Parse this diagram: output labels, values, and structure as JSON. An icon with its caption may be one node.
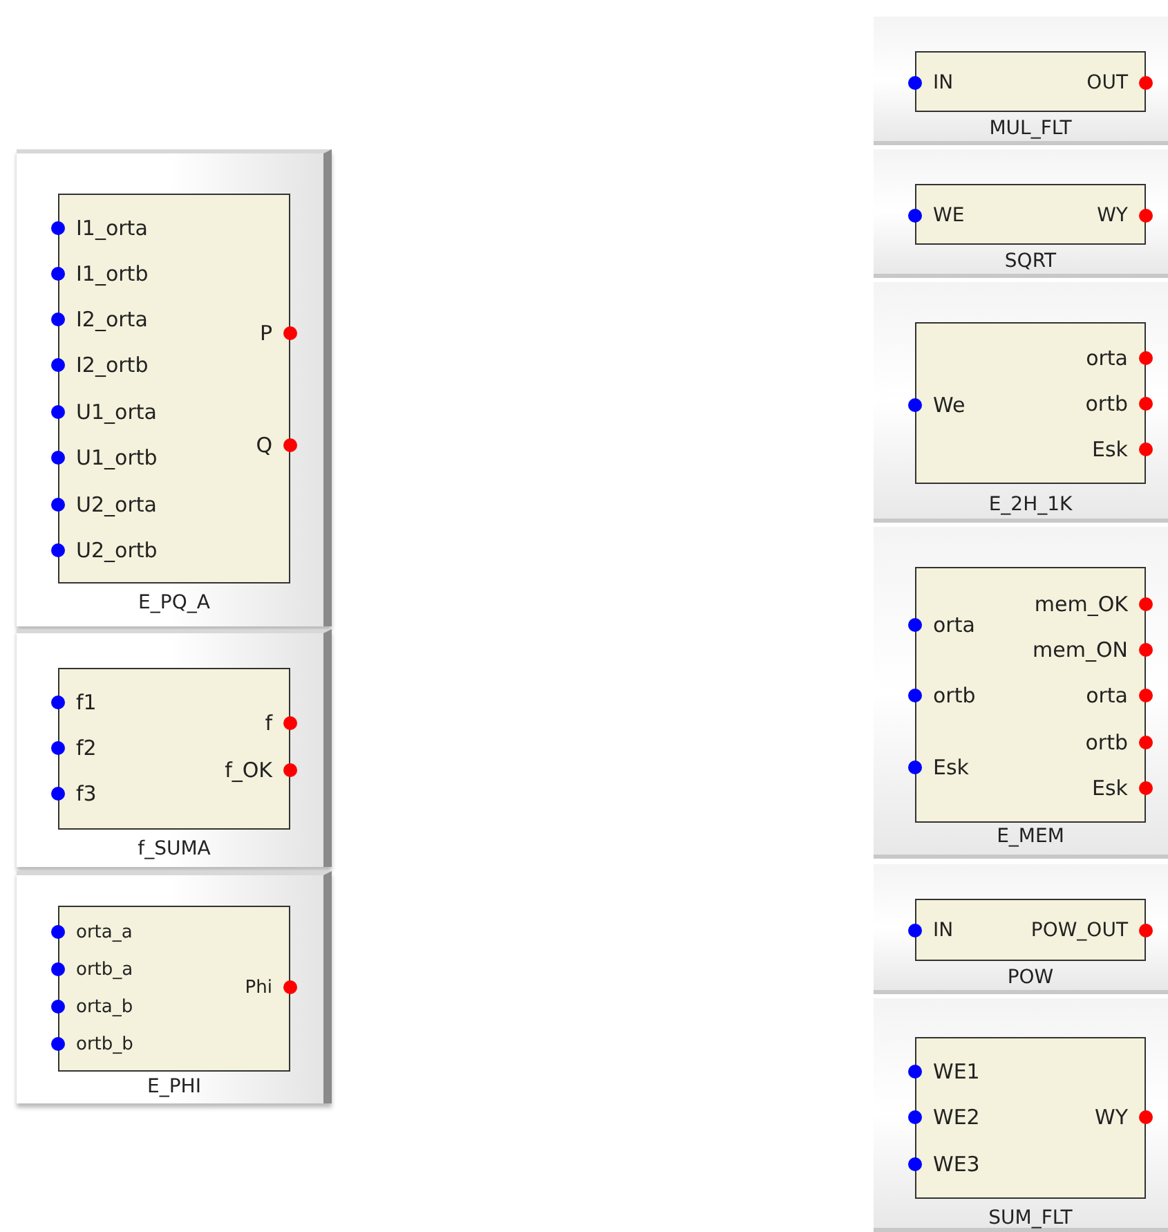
{
  "diagram": {
    "nodes": [
      {
        "text": [
          "I1_orta",
          "I1_ortb",
          "I2_orta",
          "I2_ortb",
          "U1_orta",
          "U1_ortb",
          "U2_orta",
          "U2_ortb",
          "P",
          "Q",
          "E_PQ_A"
        ]
      },
      {
        "text": [
          "f1",
          "f2",
          "f3",
          "f",
          "f_OK",
          "f_SUMA"
        ]
      },
      {
        "text": [
          "orta_a",
          "ortb_a",
          "orta_b",
          "ortb_b",
          "Phi",
          "E_PHI"
        ]
      },
      {
        "text": [
          "IN",
          "OUT",
          "MUL_FLT"
        ]
      },
      {
        "text": [
          "WE",
          "WY",
          "SQRT"
        ]
      },
      {
        "text": [
          "We",
          "orta",
          "ortb",
          "Esk",
          "E_2H_1K"
        ]
      },
      {
        "text": [
          "orta",
          "ortb",
          "Esk",
          "mem_OK",
          "mem_ON",
          "orta",
          "ortb",
          "Esk",
          "E_MEM"
        ]
      },
      {
        "text": [
          "IN",
          "POW_OUT",
          "POW"
        ]
      },
      {
        "text": [
          "WE1",
          "WE2",
          "WE3",
          "WY",
          "SUM_FLT"
        ]
      }
    ]
  }
}
